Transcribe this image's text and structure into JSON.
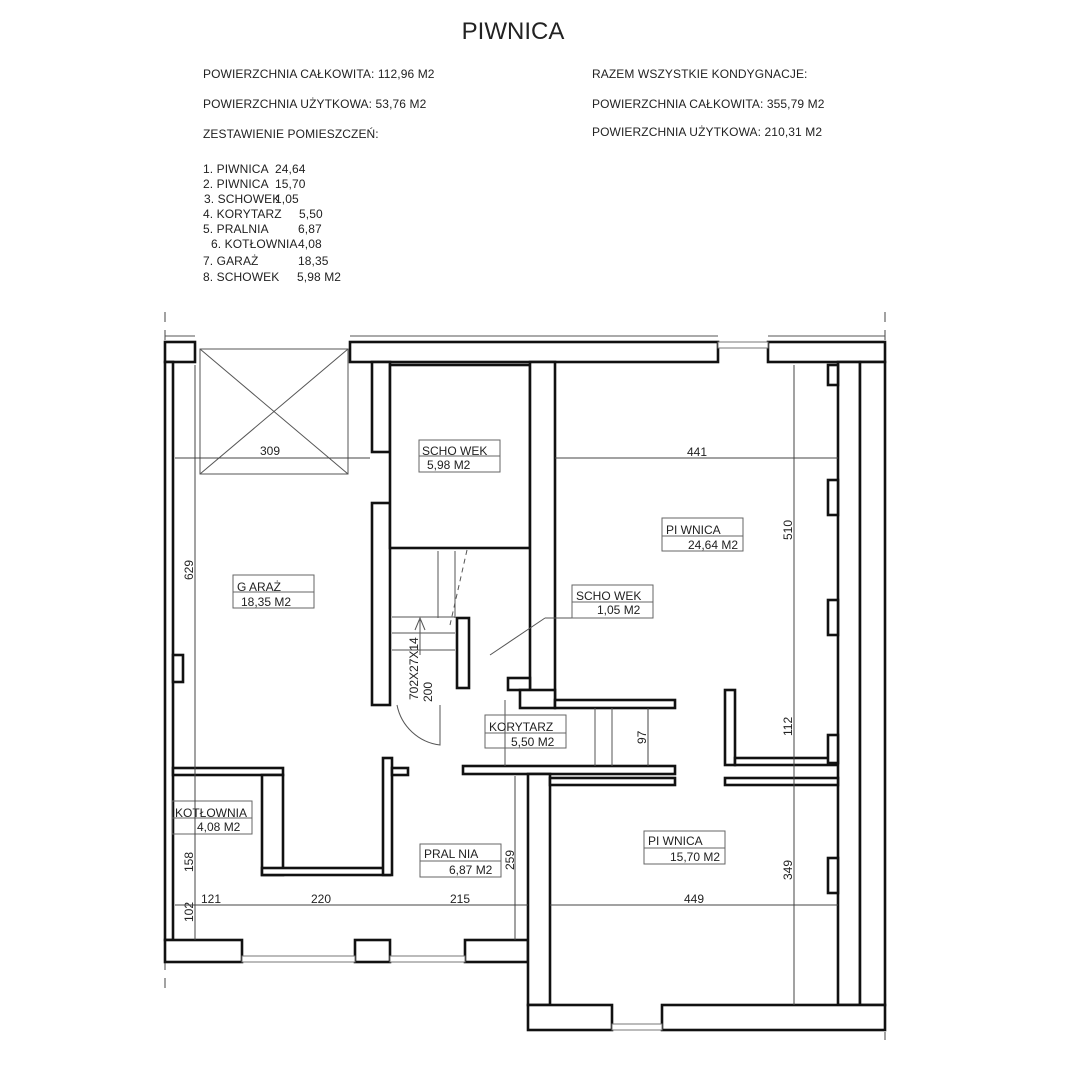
{
  "title": "PIWNICA",
  "summary": {
    "total_area": "POWIERZCHNIA CAŁKOWITA: 112,96 M2",
    "usable_area": "POWIERZCHNIA UŻYTKOWA: 53,76 M2",
    "rooms_heading": "ZESTAWIENIE POMIESZCZEŃ:",
    "rooms": [
      {
        "name": "1. PIWNICA",
        "area": "24,64"
      },
      {
        "name": "2. PIWNICA",
        "area": "15,70"
      },
      {
        "name": "3. SCHOWEK",
        "area": "1,05"
      },
      {
        "name": "4. KORYTARZ",
        "area": "5,50"
      },
      {
        "name": "5. PRALNIA",
        "area": "6,87"
      },
      {
        "name": "6. KOTŁOWNIA",
        "area": "4,08"
      },
      {
        "name": "7. GARAŻ",
        "area": "18,35"
      },
      {
        "name": "8. SCHOWEK",
        "area": "5,98 M2"
      }
    ]
  },
  "all_floors": {
    "heading": "RAZEM WSZYSTKIE KONDYGNACJE:",
    "total_area": "POWIERZCHNIA CAŁKOWITA: 355,79 M2",
    "usable_area": "POWIERZCHNIA UŻYTKOWA: 210,31 M2"
  },
  "plan": {
    "labels": {
      "schowek_top": {
        "name": "SCHO WEK",
        "area": "5,98 M2"
      },
      "piwnica_big": {
        "name": "PI WNICA",
        "area": "24,64 M2"
      },
      "garaz": {
        "name": "G ARAŻ",
        "area": "18,35 M2"
      },
      "schowek_small": {
        "name": "SCHO WEK",
        "area": "1,05 M2"
      },
      "korytarz": {
        "name": "KORYTARZ",
        "area": "5,50 M2"
      },
      "kotlownia": {
        "name": "KOTŁOWNIA",
        "area": "4,08 M2"
      },
      "pralnia": {
        "name": "PRAL NIA",
        "area": "6,87 M2"
      },
      "piwnica_small": {
        "name": "PI WNICA",
        "area": "15,70 M2"
      }
    },
    "stairs": {
      "spec": "702X27X14",
      "width": "200"
    },
    "dimensions": {
      "d309": "309",
      "d441": "441",
      "d510": "510",
      "d629": "629",
      "d112": "112",
      "d97": "97",
      "d158": "158",
      "d102": "102",
      "d121": "121",
      "d220": "220",
      "d215": "215",
      "d259": "259",
      "d449": "449",
      "d349": "349"
    }
  }
}
